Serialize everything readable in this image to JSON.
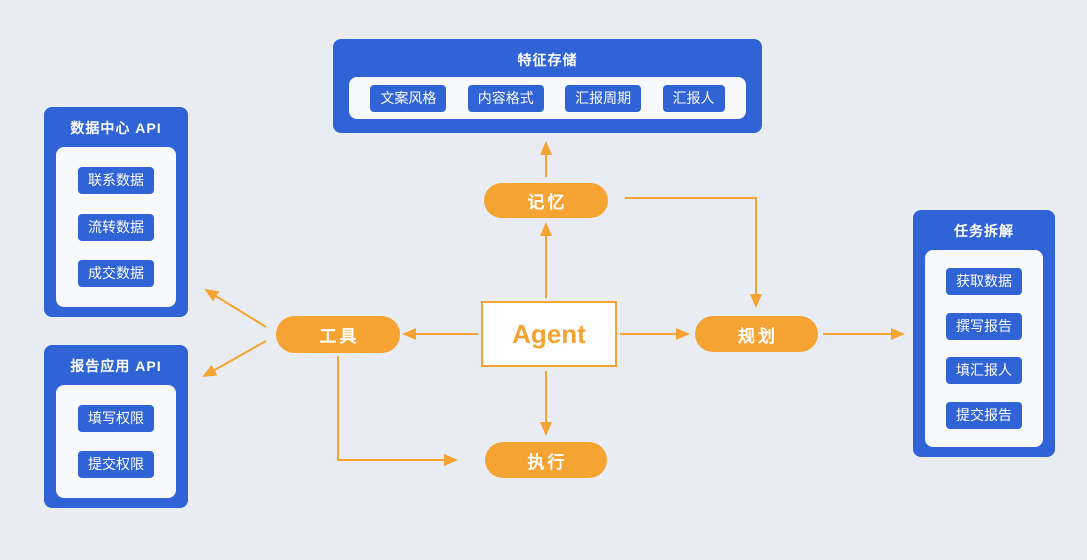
{
  "diagram": {
    "colors": {
      "blue": "#3063d6",
      "orange": "#f5a433",
      "background": "#e9edf3"
    },
    "center": {
      "label": "Agent"
    },
    "pills": {
      "memory": "记忆",
      "tools": "工具",
      "planning": "规划",
      "execution": "执行"
    },
    "groups": {
      "feature_store": {
        "title": "特征存储",
        "items": [
          "文案风格",
          "内容格式",
          "汇报周期",
          "汇报人"
        ]
      },
      "data_center_api": {
        "title": "数据中心 API",
        "items": [
          "联系数据",
          "流转数据",
          "成交数据"
        ]
      },
      "report_app_api": {
        "title": "报告应用 API",
        "items": [
          "填写权限",
          "提交权限"
        ]
      },
      "task_breakdown": {
        "title": "任务拆解",
        "items": [
          "获取数据",
          "撰写报告",
          "填汇报人",
          "提交报告"
        ]
      }
    },
    "edges": [
      {
        "from": "agent",
        "to": "memory"
      },
      {
        "from": "memory",
        "to": "feature-store"
      },
      {
        "from": "agent",
        "to": "tools"
      },
      {
        "from": "agent",
        "to": "planning"
      },
      {
        "from": "planning",
        "to": "task-breakdown"
      },
      {
        "from": "memory",
        "to": "planning"
      },
      {
        "from": "agent",
        "to": "execution"
      },
      {
        "from": "tools",
        "to": "execution"
      },
      {
        "from": "tools",
        "to": "data-center-api"
      },
      {
        "from": "tools",
        "to": "report-app-api"
      }
    ]
  }
}
